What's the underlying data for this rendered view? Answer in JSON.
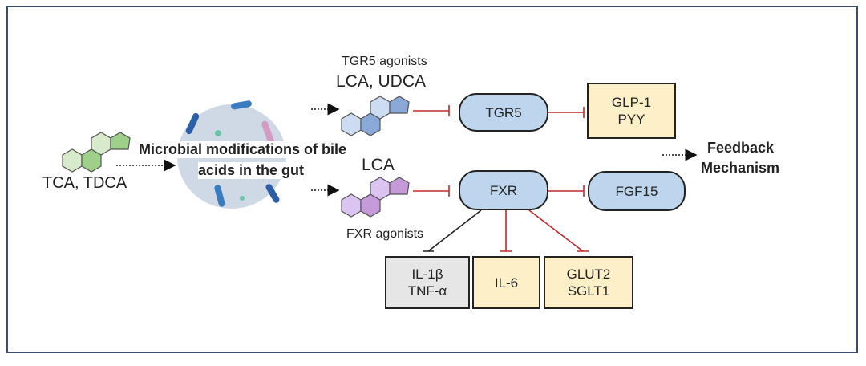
{
  "diagram": {
    "input": {
      "label": "TCA, TDCA",
      "icon": "green-bile-acid-hexagon-icon"
    },
    "process": {
      "line1": "Microbial modifications of bile",
      "line2": "acids in the gut",
      "icon": "gut-microbiota-circle-icon"
    },
    "tgr5_branch": {
      "heading": "TGR5 agonists",
      "compounds": "LCA, UDCA",
      "icon": "blue-bile-acid-hexagon-icon"
    },
    "fxr_branch": {
      "compounds": "LCA",
      "caption": "FXR agonists",
      "icon": "purple-bile-acid-hexagon-icon"
    },
    "nodes": {
      "tgr5": "TGR5",
      "glp1": [
        "GLP-1",
        "PYY"
      ],
      "fxr": "FXR",
      "fgf15": "FGF15",
      "il1b": [
        "IL-1β",
        "TNF-α"
      ],
      "il6": "IL-6",
      "glut2": [
        "GLUT2",
        "SGLT1"
      ]
    },
    "feedback": {
      "line1": "Feedback",
      "line2": "Mechanism"
    },
    "colors": {
      "inhibit": "#c0282d",
      "pill": "#bdd6ee",
      "yellow_box": "#fdf0c8",
      "gray_box": "#e6e6e6",
      "frame": "#3d4b6b"
    }
  }
}
